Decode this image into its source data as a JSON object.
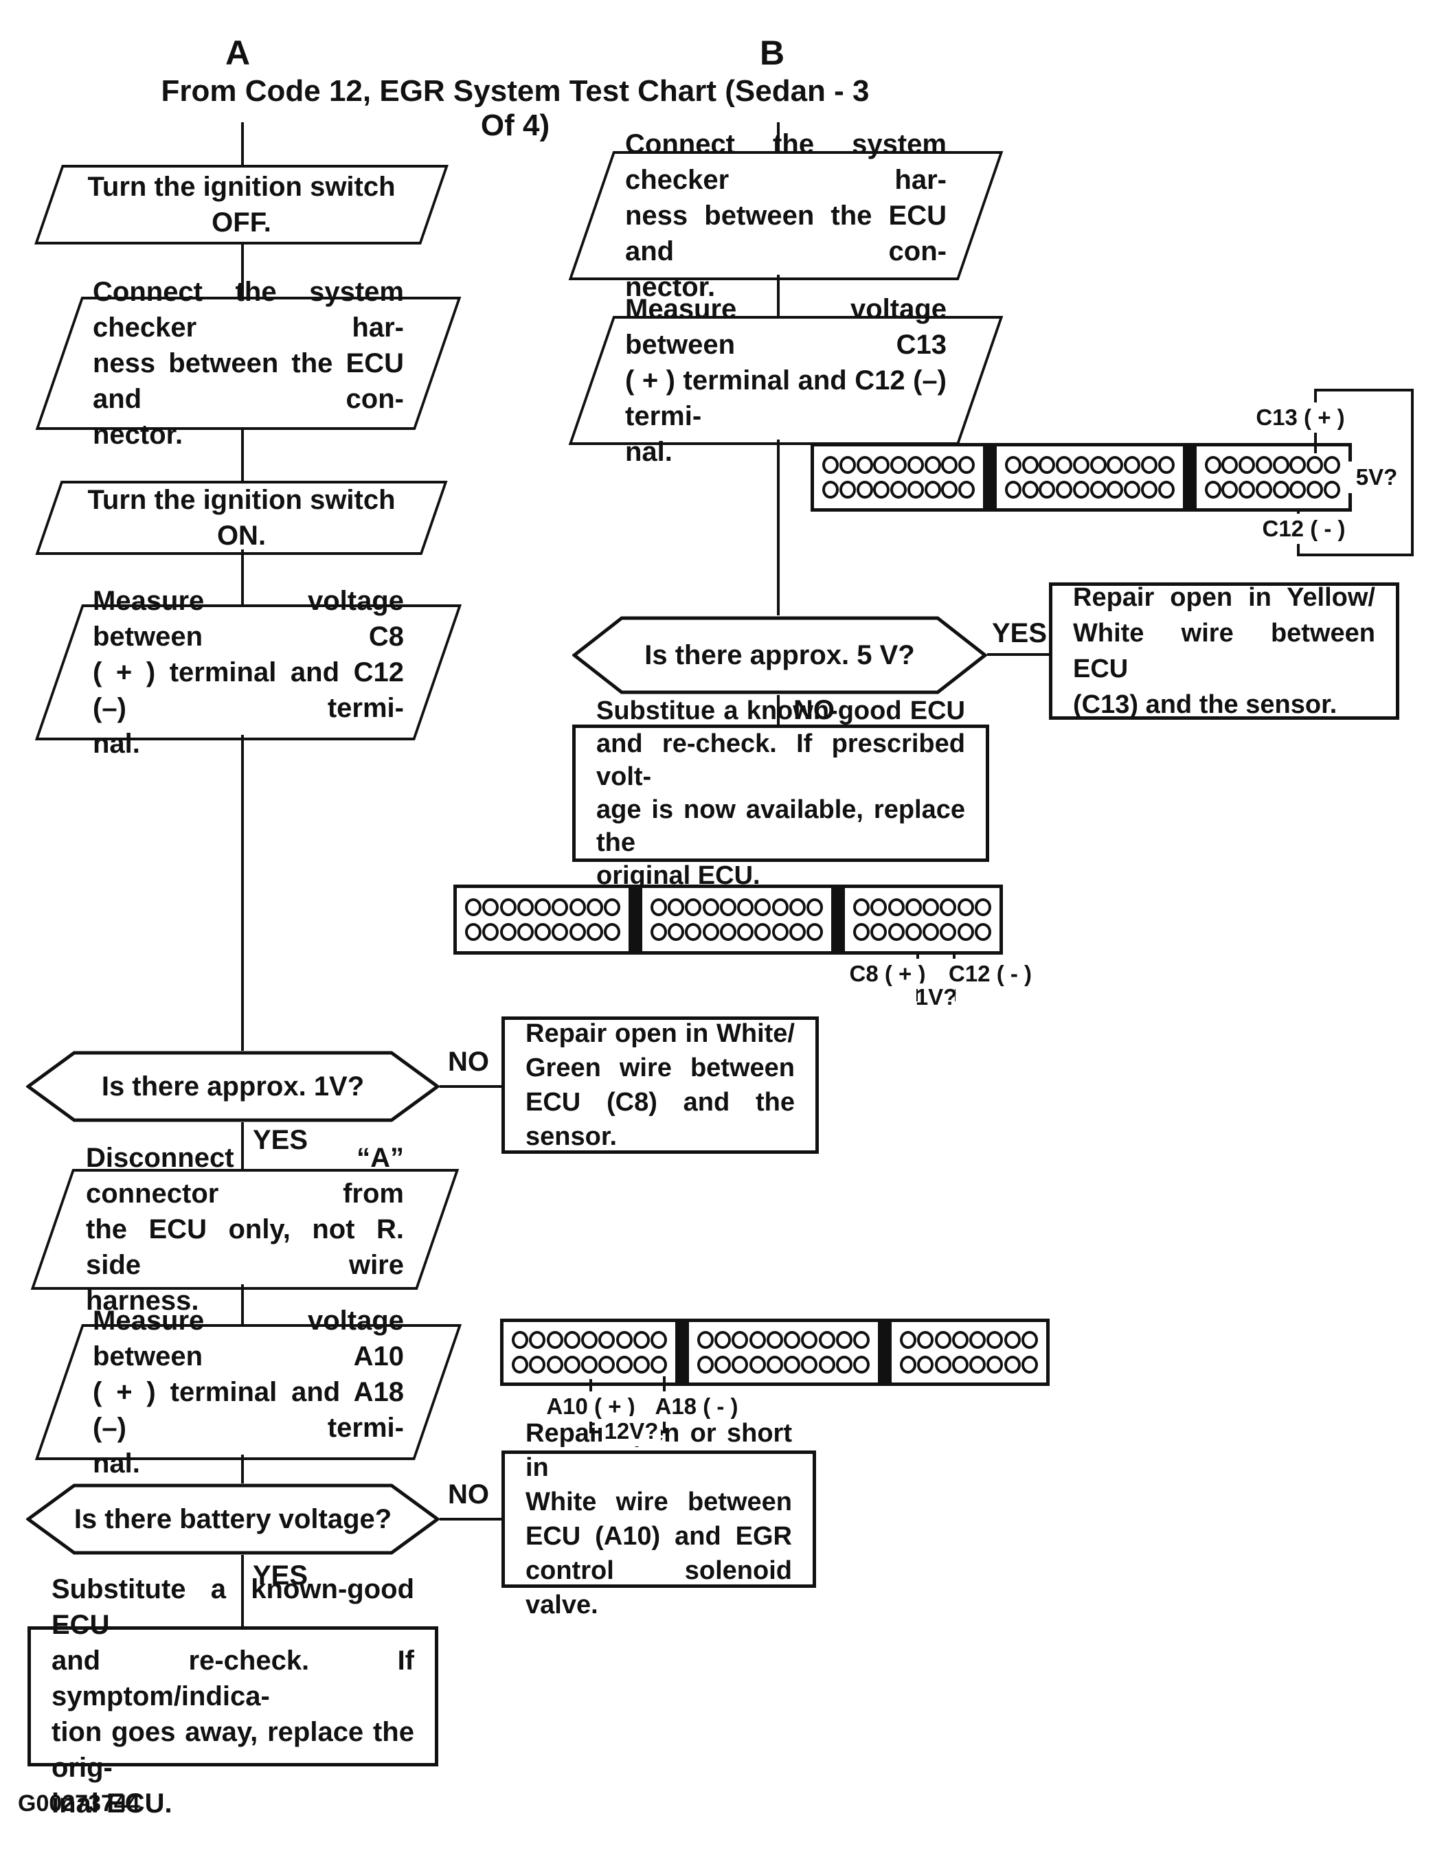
{
  "page": {
    "branch_a_label": "A",
    "branch_b_label": "B",
    "title": "From Code 12, EGR System Test Chart (Sedan - 3 Of 4)",
    "figure_code": "G00273744"
  },
  "colors": {
    "ink": "#111111",
    "paper": "#ffffff"
  },
  "column_a": {
    "p_turn_off": "Turn the ignition switch OFF.",
    "p_connect": "Connect the system checker har-\nness between the ECU and con-\nnector.",
    "p_turn_on": "Turn the ignition switch ON.",
    "p_measure_c8": "Measure voltage between C8\n( + ) terminal and C12 (–) termi-\nnal.",
    "d_approx_1v": "Is there approx. 1V?",
    "no1": "NO",
    "yes1": "YES",
    "r_repair_white_green": "Repair open in White/\nGreen wire between\nECU (C8) and the\nsensor.",
    "p_disconnect_a": "Disconnect “A” connector from\nthe ECU only, not R. side wire\nharness.",
    "p_measure_a10": "Measure voltage between A10\n( + ) terminal and A18 (–) termi-\nnal.",
    "d_battery": "Is there battery voltage?",
    "no2": "NO",
    "yes2": "YES",
    "r_repair_white": "Repair open or short in\nWhite wire between\nECU (A10) and EGR\ncontrol solenoid valve.",
    "r_substitute": "Substitute a known-good ECU\nand re-check. If symptom/indica-\ntion goes away, replace the orig-\ninal ECU."
  },
  "column_b": {
    "p_connect": "Connect the system checker har-\nness between the ECU and con-\nnector.",
    "p_measure_c13": "Measure voltage between C13\n( + ) terminal and C12 (–) termi-\nnal.",
    "d_approx_5v": "Is there approx. 5 V?",
    "yes1": "YES",
    "no1": "NO",
    "r_repair_yellow_white": "Repair open in Yellow/\nWhite wire between ECU\n(C13) and the sensor.",
    "r_substitue": "Substitue a known-good ECU\nand re-check. If prescribed volt-\nage is now available, replace the\noriginal ECU."
  },
  "connectors": {
    "c13_c12": {
      "segments": [
        9,
        10,
        8
      ],
      "rows": 2,
      "plus_label": "C13 ( + )",
      "minus_label": "C12 ( - )",
      "voltage_label": "5V?"
    },
    "c8_c12": {
      "segments": [
        9,
        10,
        8
      ],
      "rows": 2,
      "plus_label": "C8 ( + )",
      "minus_label": "C12 ( - )",
      "voltage_label": "1V?"
    },
    "a10_a18": {
      "segments": [
        9,
        10,
        8
      ],
      "rows": 2,
      "plus_label": "A10 ( + )",
      "minus_label": "A18 ( - )",
      "voltage_label": "12V?"
    }
  }
}
